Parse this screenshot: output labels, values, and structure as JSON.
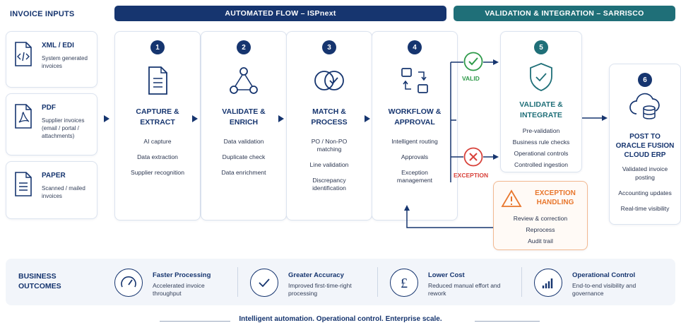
{
  "inputs": {
    "title": "INVOICE INPUTS",
    "items": [
      {
        "name": "XML / EDI",
        "desc": "System generated invoices",
        "icon": "code-file-icon"
      },
      {
        "name": "PDF",
        "desc": "Supplier invoices (email / portal / attachments)",
        "icon": "pdf-file-icon"
      },
      {
        "name": "PAPER",
        "desc": "Scanned / mailed invoices",
        "icon": "paper-file-icon"
      }
    ]
  },
  "banners": {
    "automated": "AUTOMATED FLOW – ISPnext",
    "validation": "VALIDATION & INTEGRATION – SARRISCO"
  },
  "steps": [
    {
      "num": "1",
      "title_l1": "CAPTURE &",
      "title_l2": "EXTRACT",
      "items": [
        "AI capture",
        "Data extraction",
        "Supplier recognition"
      ]
    },
    {
      "num": "2",
      "title_l1": "VALIDATE &",
      "title_l2": "ENRICH",
      "items": [
        "Data validation",
        "Duplicate check",
        "Data enrichment"
      ]
    },
    {
      "num": "3",
      "title_l1": "MATCH &",
      "title_l2": "PROCESS",
      "items": [
        "PO / Non-PO matching",
        "Line validation",
        "Discrepancy identification"
      ]
    },
    {
      "num": "4",
      "title_l1": "WORKFLOW &",
      "title_l2": "APPROVAL",
      "items": [
        "Intelligent routing",
        "Approvals",
        "Exception management"
      ]
    }
  ],
  "branch": {
    "valid": "VALID",
    "exception": "EXCEPTION"
  },
  "step5": {
    "num": "5",
    "title_l1": "VALIDATE &",
    "title_l2": "INTEGRATE",
    "items": [
      "Pre-validation",
      "Business rule checks",
      "Operational controls",
      "Controlled ingestion"
    ]
  },
  "exception_handling": {
    "title_l1": "EXCEPTION",
    "title_l2": "HANDLING",
    "items": [
      "Review & correction",
      "Reprocess",
      "Audit trail"
    ]
  },
  "step6": {
    "num": "6",
    "title_l1": "POST TO",
    "title_l2": "ORACLE FUSION",
    "title_l3": "CLOUD ERP",
    "items": [
      "Validated invoice posting",
      "Accounting updates",
      "Real-time visibility"
    ]
  },
  "outcomes": {
    "label_l1": "BUSINESS",
    "label_l2": "OUTCOMES",
    "items": [
      {
        "title": "Faster Processing",
        "text": "Accelerated invoice throughput",
        "icon": "speedometer-icon"
      },
      {
        "title": "Greater Accuracy",
        "text": "Improved first-time-right processing",
        "icon": "check-icon"
      },
      {
        "title": "Lower Cost",
        "text": "Reduced manual effort and rework",
        "icon": "pound-icon"
      },
      {
        "title": "Operational Control",
        "text": "End-to-end visibility and governance",
        "icon": "bar-chart-icon"
      }
    ]
  },
  "tagline": "Intelligent automation. Operational control. Enterprise scale.",
  "colors": {
    "navy": "#16356f",
    "teal": "#1f6f78",
    "green": "#2e9a4a",
    "red": "#d8413a",
    "orange": "#e8772e"
  }
}
